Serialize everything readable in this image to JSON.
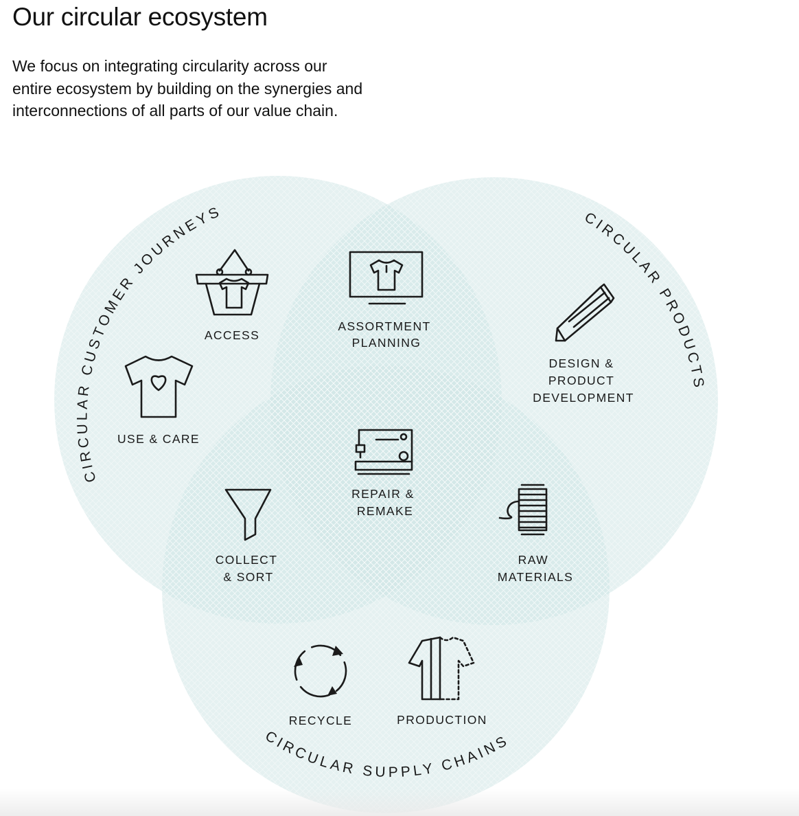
{
  "page": {
    "title": "Our circular ecosystem",
    "intro_lines": [
      "We focus on integrating circularity across our",
      "entire ecosystem by building on the synergies and",
      "interconnections of all parts of our value chain."
    ]
  },
  "diagram": {
    "circle_color": "#cfe6e6",
    "rings": {
      "customer_journeys": "CIRCULAR CUSTOMER JOURNEYS",
      "products": "CIRCULAR PRODUCTS",
      "supply_chains": "CIRCULAR SUPPLY CHAINS"
    },
    "nodes": {
      "access": {
        "icon": "shopping-basket-icon",
        "lines": [
          "ACCESS"
        ]
      },
      "assortment": {
        "icon": "monitor-shirt-icon",
        "lines": [
          "ASSORTMENT",
          "PLANNING"
        ]
      },
      "design": {
        "icon": "pencil-icon",
        "lines": [
          "DESIGN &",
          "PRODUCT",
          "DEVELOPMENT"
        ]
      },
      "use_care": {
        "icon": "heart-tshirt-icon",
        "lines": [
          "USE & CARE"
        ]
      },
      "repair": {
        "icon": "sewing-machine-icon",
        "lines": [
          "REPAIR &",
          "REMAKE"
        ]
      },
      "collect": {
        "icon": "funnel-icon",
        "lines": [
          "COLLECT",
          "& SORT"
        ]
      },
      "raw": {
        "icon": "thread-spool-icon",
        "lines": [
          "RAW",
          "MATERIALS"
        ]
      },
      "recycle": {
        "icon": "recycle-arrows-icon",
        "lines": [
          "RECYCLE"
        ]
      },
      "production": {
        "icon": "half-dashed-shirt-icon",
        "lines": [
          "PRODUCTION"
        ]
      }
    }
  }
}
